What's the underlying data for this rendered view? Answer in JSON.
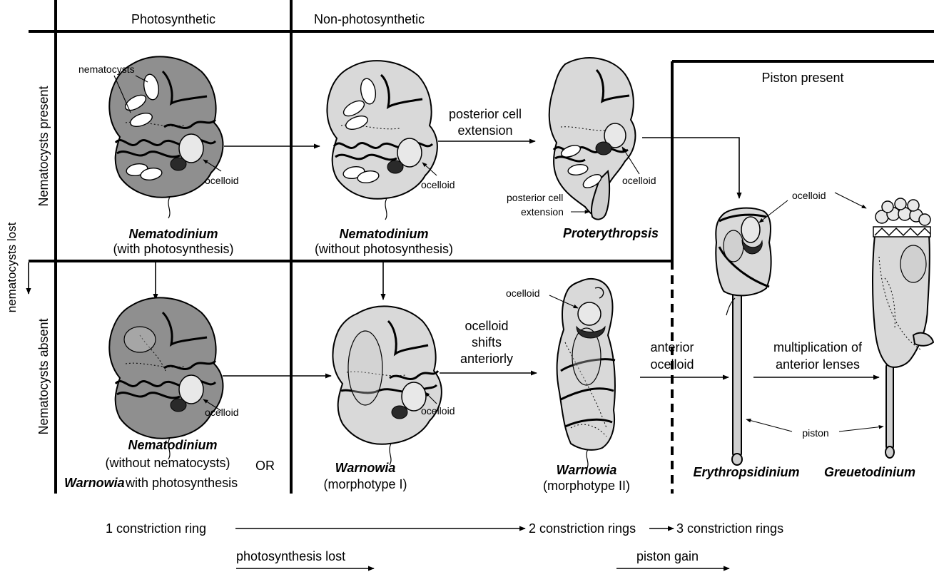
{
  "headers": {
    "photosynthetic": "Photosynthetic",
    "non_photosynthetic": "Non-photosynthetic",
    "piston_present": "Piston present",
    "nematocysts_present": "Nematocysts present",
    "nematocysts_absent": "Nematocysts absent",
    "nematocysts_lost": "nematocysts lost"
  },
  "cells": {
    "nem_photo": {
      "name": "Nematodinium",
      "sub": "(with photosynthesis)"
    },
    "nem_nonphoto": {
      "name": "Nematodinium",
      "sub": "(without photosynthesis)"
    },
    "proterythropsis": {
      "name": "Proterythropsis"
    },
    "nem_nonem": {
      "name": "Nematodinium",
      "sub": "(without nematocysts)",
      "or": "OR",
      "alt_name": "Warnowia",
      "alt_sub": "with photosynthesis"
    },
    "warnowia1": {
      "name": "Warnowia",
      "sub": "(morphotype I)"
    },
    "warnowia2": {
      "name": "Warnowia",
      "sub": "(morphotype II)"
    },
    "erythropsidinium": {
      "name": "Erythropsidinium"
    },
    "greuetodinium": {
      "name": "Greuetodinium"
    }
  },
  "labels": {
    "nematocysts": "nematocysts",
    "ocelloid": "ocelloid",
    "posterior_ext_1": "posterior cell",
    "posterior_ext_2": "extension",
    "piston": "piston"
  },
  "transitions": {
    "posterior_cell_extension_1": "posterior cell",
    "posterior_cell_extension_2": "extension",
    "ocelloid_shifts_1": "ocelloid",
    "ocelloid_shifts_2": "shifts",
    "ocelloid_shifts_3": "anteriorly",
    "anterior_ocelloid_1": "anterior",
    "anterior_ocelloid_2": "ocelloid",
    "multiplication_1": "multiplication of",
    "multiplication_2": "anterior lenses"
  },
  "timeline": {
    "one_ring": "1 constriction ring",
    "two_rings": "2 constriction rings",
    "three_rings": "3 constriction rings",
    "photosynthesis_lost": "photosynthesis lost",
    "piston_gain": "piston gain"
  }
}
